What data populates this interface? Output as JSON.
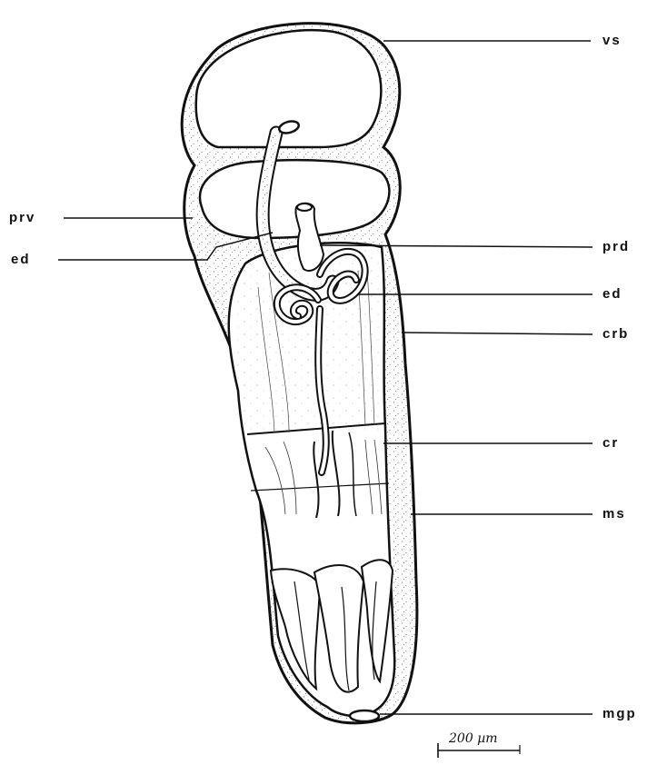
{
  "labels": {
    "vs": "vs",
    "prv": "prv",
    "ed_left": "ed",
    "prd": "prd",
    "ed_right": "ed",
    "crb": "crb",
    "cr": "cr",
    "ms": "ms",
    "mgp": "mgp"
  },
  "scale_bar": {
    "text": "200 µm"
  },
  "colors": {
    "ink": "#111111",
    "stipple": "#555555",
    "background": "#ffffff"
  }
}
